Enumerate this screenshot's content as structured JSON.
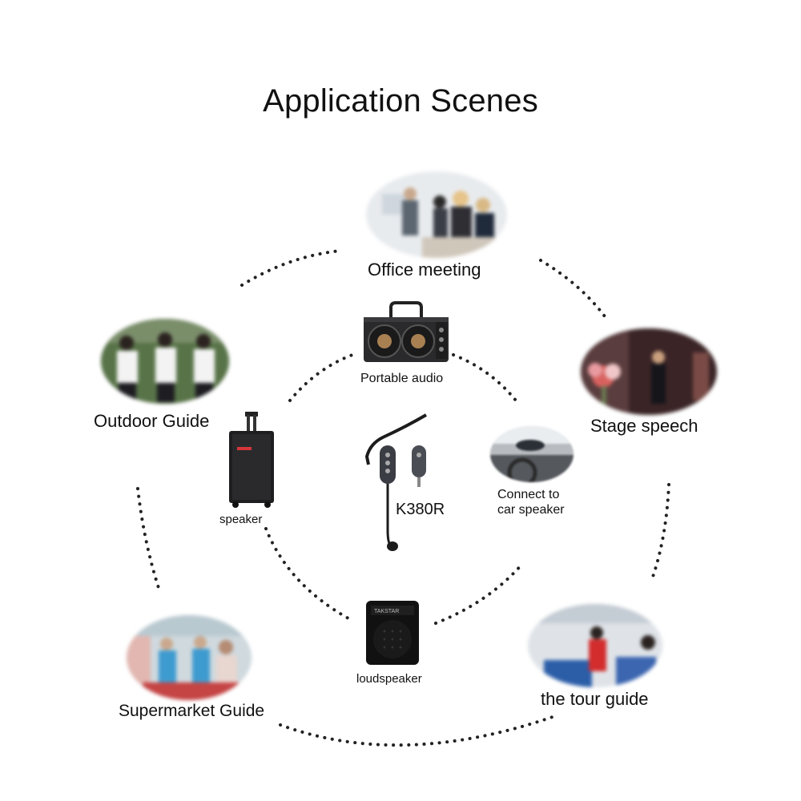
{
  "title": "Application Scenes",
  "scenes": {
    "office_meeting": "Office meeting",
    "stage_speech": "Stage speech",
    "outdoor_guide": "Outdoor Guide",
    "supermarket_guide": "Supermarket Guide",
    "tour_guide": "the tour guide"
  },
  "devices": {
    "portable_audio": "Portable audio",
    "car_speaker_line1": "Connect to",
    "car_speaker_line2": "car speaker",
    "speaker": "speaker",
    "loudspeaker": "loudspeaker",
    "product_model": "K380R"
  }
}
